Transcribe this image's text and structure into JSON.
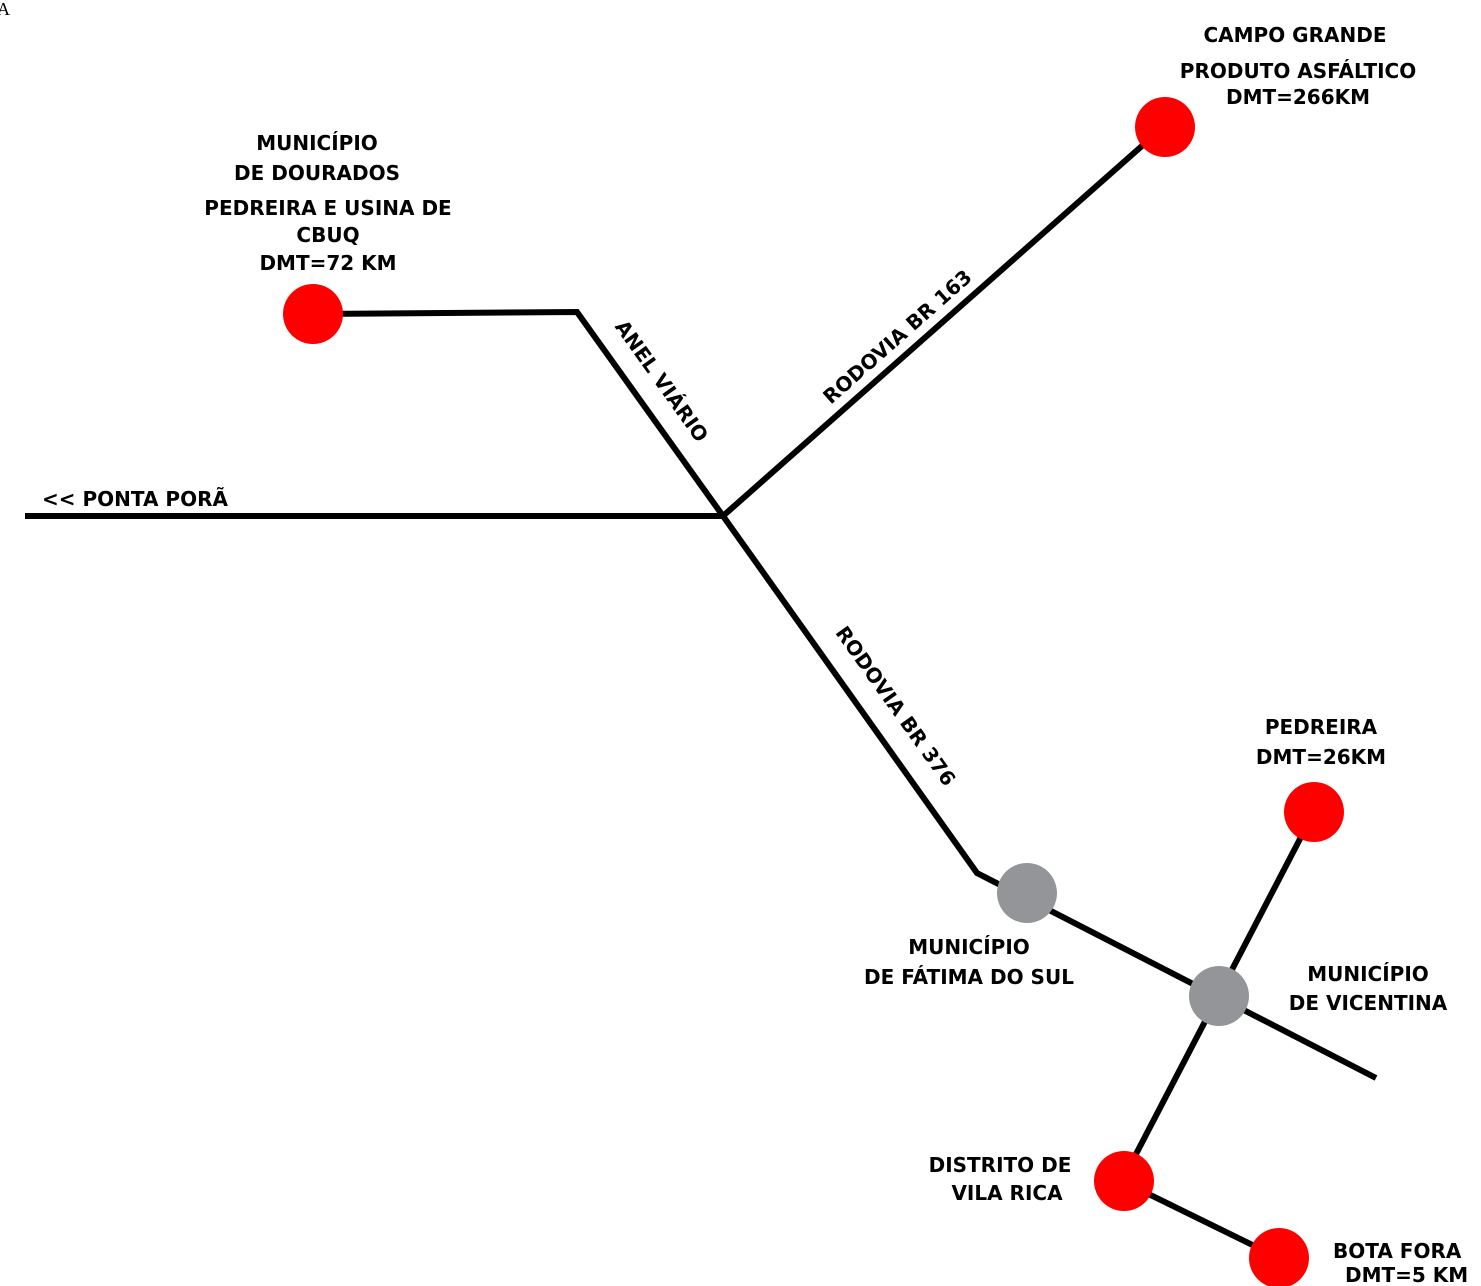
{
  "corner_mark": "A",
  "colors": {
    "road": "#000000",
    "site": "#ff0000",
    "town": "#939598",
    "background": "#ffffff"
  },
  "roads": {
    "ponta_pora": "<< PONTA PORÃ",
    "anel_viario": "ANEL VIÁRIO",
    "br163": "RODOVIA BR 163",
    "br376": "RODOVIA BR 376"
  },
  "places": {
    "campo_grande": [
      "CAMPO GRANDE",
      "PRODUTO ASFÁLTICO",
      "DMT=266KM"
    ],
    "dourados": [
      "MUNICÍPIO",
      "DE DOURADOS",
      "PEDREIRA E USINA DE",
      "CBUQ",
      "DMT=72 KM"
    ],
    "pedreira": [
      "PEDREIRA",
      "DMT=26KM"
    ],
    "fatima_do_sul": [
      "MUNICÍPIO",
      "DE FÁTIMA DO SUL"
    ],
    "vicentina": [
      "MUNICÍPIO",
      "DE VICENTINA"
    ],
    "vila_rica": [
      "DISTRITO DE",
      "VILA RICA"
    ],
    "bota_fora": [
      "BOTA FORA",
      "DMT=5 KM"
    ]
  }
}
